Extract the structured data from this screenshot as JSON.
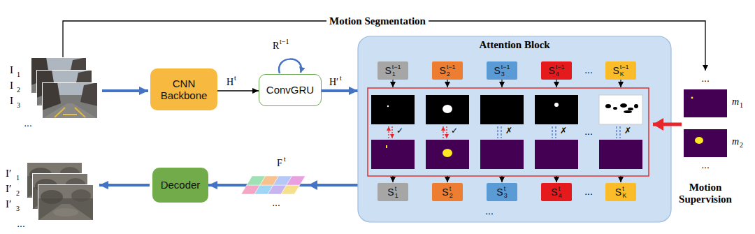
{
  "diagram": {
    "nodes": [
      {
        "text": [
          "CNN Backbone"
        ]
      },
      {
        "text": [
          "ConvGRU"
        ]
      },
      {
        "text": [
          "Attention Block"
        ]
      },
      {
        "text": [
          "S",
          "1",
          "t−1"
        ],
        "in": 2
      },
      {
        "text": [
          "S",
          "2",
          "t−1"
        ],
        "in": 2
      },
      {
        "text": [
          "S",
          "3",
          "t−1"
        ],
        "in": 2
      },
      {
        "text": [
          "S",
          "4",
          "t−1"
        ],
        "in": 2
      },
      {
        "text": [
          "S",
          "K",
          "t−1"
        ],
        "in": 2
      },
      {
        "text": [
          "S",
          "1",
          "t"
        ],
        "in": 2
      },
      {
        "text": [
          "S",
          "2",
          "t"
        ],
        "in": 2
      },
      {
        "text": [
          "S",
          "3",
          "t"
        ],
        "in": 2
      },
      {
        "text": [
          "S",
          "4",
          "t"
        ],
        "in": 2
      },
      {
        "text": [
          "S",
          "K",
          "t"
        ],
        "in": 2
      },
      {
        "text": [
          "Decoder"
        ]
      }
    ],
    "edges": [
      {
        "from": 0,
        "to": 1,
        "arrow": "to"
      },
      {
        "from": 1,
        "to": 2,
        "arrow": "to"
      },
      {
        "from": 2,
        "to": 13,
        "arrow": "to"
      }
    ],
    "labels": [
      "Motion Segmentation",
      "I",
      "1",
      "I",
      "2",
      "I",
      "3",
      "...",
      "H",
      "t",
      "R",
      "t−1",
      "H′",
      "t",
      "✓",
      "✓",
      "✗",
      "✗",
      "✗",
      "...",
      "...",
      "...",
      "...",
      "F",
      "t",
      "...",
      "I′",
      "1",
      "I′",
      "2",
      "I′",
      "3",
      "...",
      "...",
      "m",
      "1",
      "m",
      "2",
      "...",
      "Motion Supervision"
    ]
  }
}
